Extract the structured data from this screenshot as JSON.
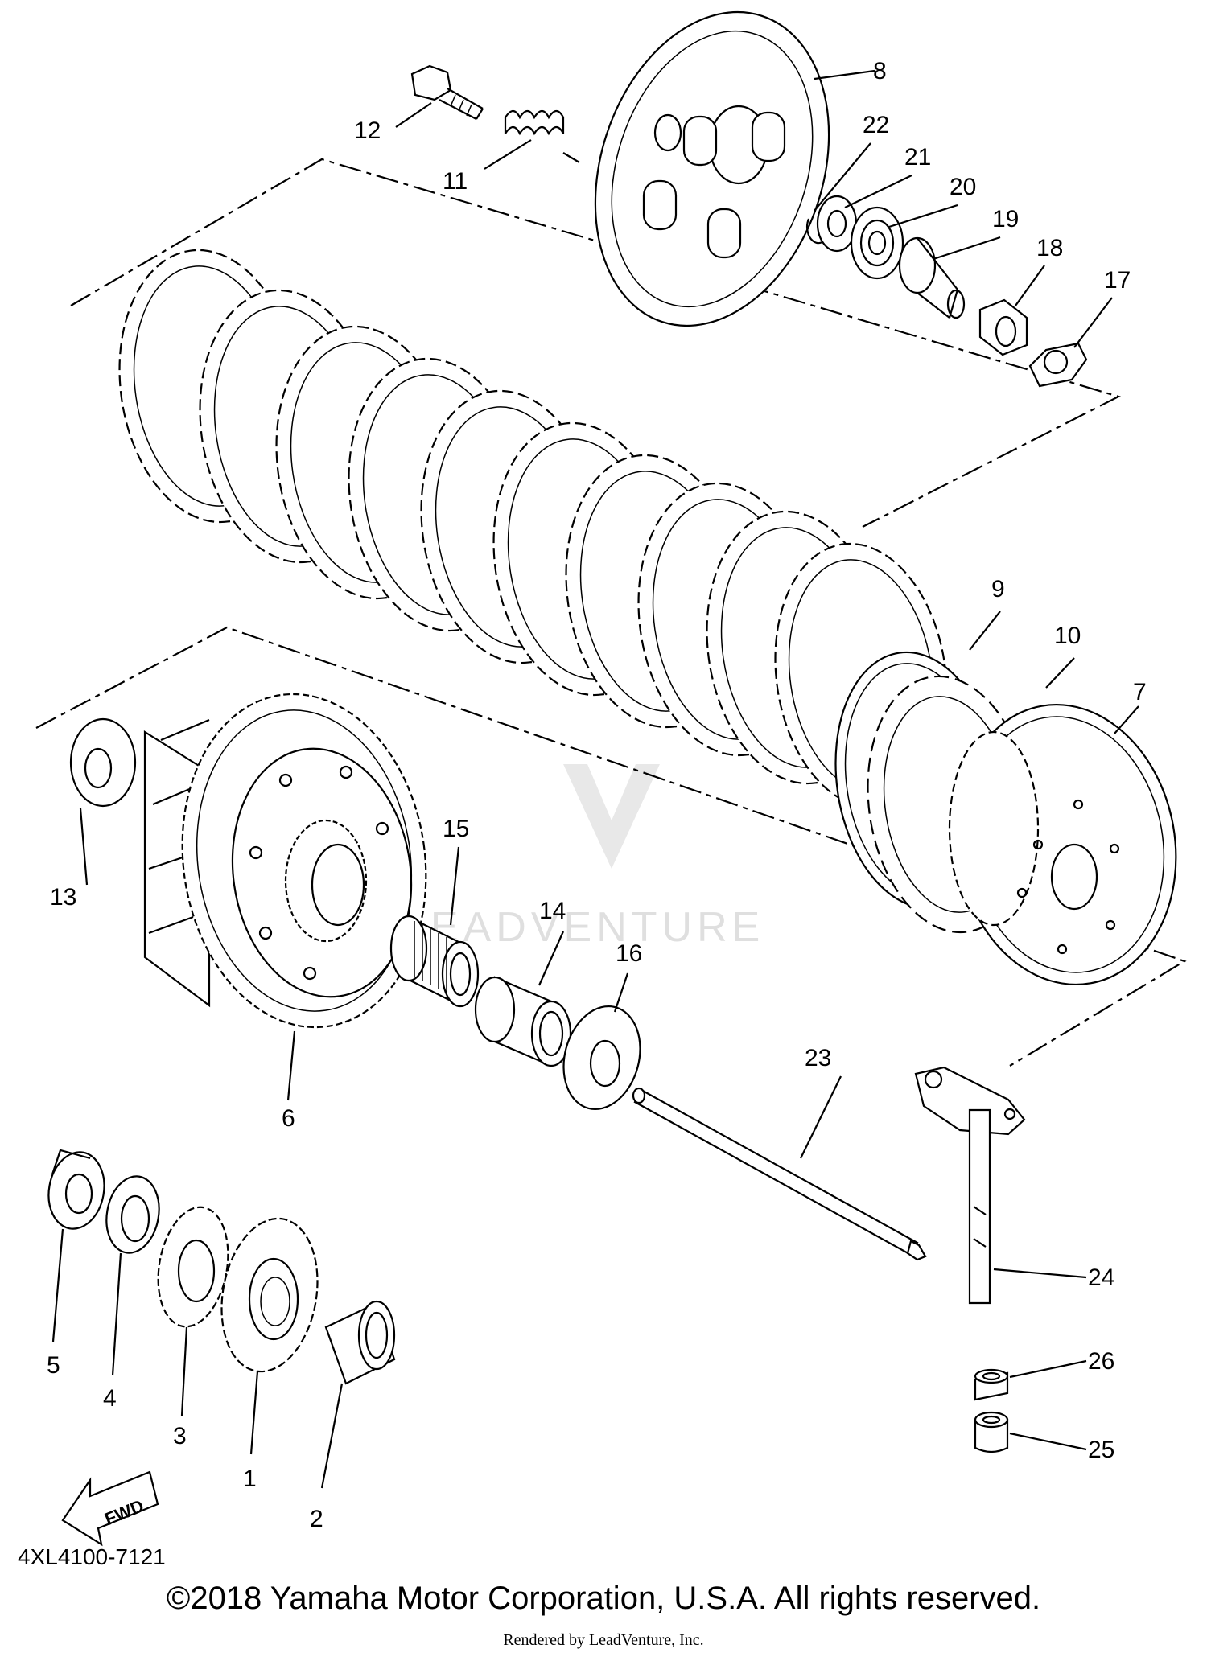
{
  "figure_code": "4XL4100-7121",
  "copyright": "©2018 Yamaha Motor Corporation, U.S.A. All rights reserved.",
  "rendered_by": "Rendered by LeadVenture, Inc.",
  "watermark": "LEADVENTURE",
  "fwd_label": "FWD",
  "callouts": [
    "1",
    "2",
    "3",
    "4",
    "5",
    "6",
    "7",
    "8",
    "9",
    "10",
    "11",
    "12",
    "13",
    "14",
    "15",
    "16",
    "17",
    "18",
    "19",
    "20",
    "21",
    "22",
    "23",
    "24",
    "25",
    "26"
  ],
  "colors": {
    "line": "#000000",
    "background": "#ffffff",
    "watermark": "#dcdcdc"
  }
}
